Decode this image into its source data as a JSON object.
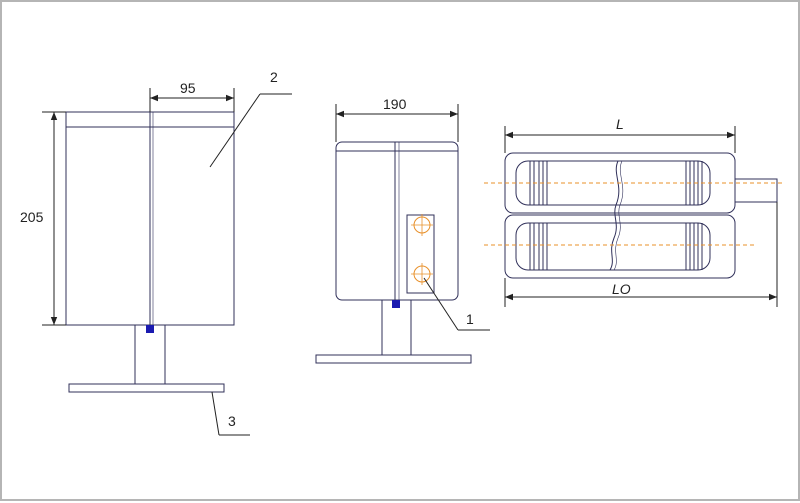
{
  "labels": {
    "dim_height": "205",
    "dim_width_side": "95",
    "dim_width_front": "190",
    "dim_length": "L",
    "dim_length_overall": "LO",
    "callout_1": "1",
    "callout_2": "2",
    "callout_3": "3"
  },
  "colors": {
    "outline": "#30305a",
    "accent_blue": "#1a1ab0",
    "centerline": "#e8902a",
    "dimension": "#222222"
  }
}
